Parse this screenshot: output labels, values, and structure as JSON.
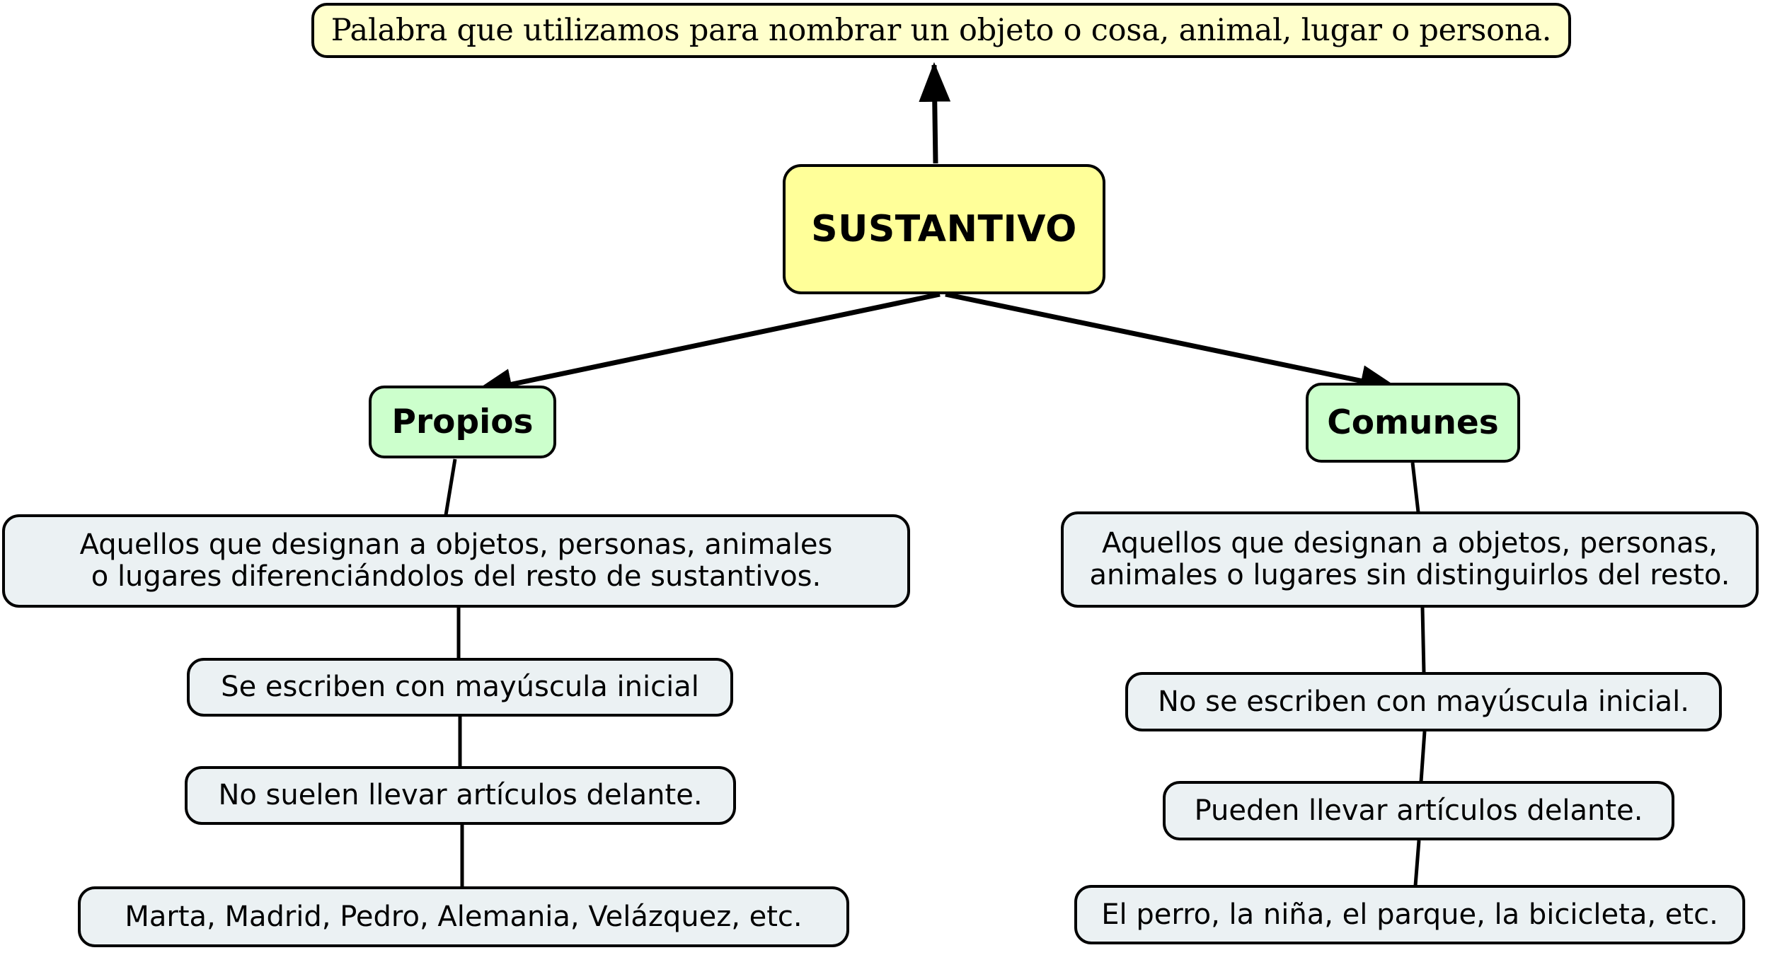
{
  "diagram": {
    "title": "SUSTANTIVO",
    "type": "concept-map",
    "colors": {
      "definition_fill": "#FFFFCC",
      "root_fill": "#FFFF99",
      "branch_fill": "#CCFFCC",
      "detail_fill": "#EBF1F3",
      "stroke": "#000000",
      "text": "#000000"
    }
  },
  "nodes": {
    "definition": "Palabra que utilizamos para nombrar un objeto o cosa, animal, lugar o persona.",
    "root": "SUSTANTIVO",
    "propios": {
      "label": "Propios",
      "description": "Aquellos que designan a objetos, personas, animales\no lugares diferenciándolos del resto de sustantivos.",
      "mayuscula": "Se escriben con mayúscula inicial",
      "articulos": "No suelen llevar artículos delante.",
      "ejemplos": "Marta, Madrid, Pedro, Alemania, Velázquez, etc."
    },
    "comunes": {
      "label": "Comunes",
      "description": "Aquellos que designan a objetos, personas,\nanimales o lugares sin distinguirlos del resto.",
      "mayuscula": "No se escriben con mayúscula inicial.",
      "articulos": "Pueden llevar artículos delante.",
      "ejemplos": "El perro, la niña, el parque, la bicicleta, etc."
    }
  },
  "edges": [
    {
      "from": "root",
      "to": "definition",
      "arrow": true
    },
    {
      "from": "root",
      "to": "propios",
      "arrow": true
    },
    {
      "from": "root",
      "to": "comunes",
      "arrow": true
    },
    {
      "from": "propios",
      "to": "propios.description",
      "arrow": false
    },
    {
      "from": "propios.description",
      "to": "propios.mayuscula",
      "arrow": false
    },
    {
      "from": "propios.mayuscula",
      "to": "propios.articulos",
      "arrow": false
    },
    {
      "from": "propios.articulos",
      "to": "propios.ejemplos",
      "arrow": false
    },
    {
      "from": "comunes",
      "to": "comunes.description",
      "arrow": false
    },
    {
      "from": "comunes.description",
      "to": "comunes.mayuscula",
      "arrow": false
    },
    {
      "from": "comunes.mayuscula",
      "to": "comunes.articulos",
      "arrow": false
    },
    {
      "from": "comunes.articulos",
      "to": "comunes.ejemplos",
      "arrow": false
    }
  ]
}
